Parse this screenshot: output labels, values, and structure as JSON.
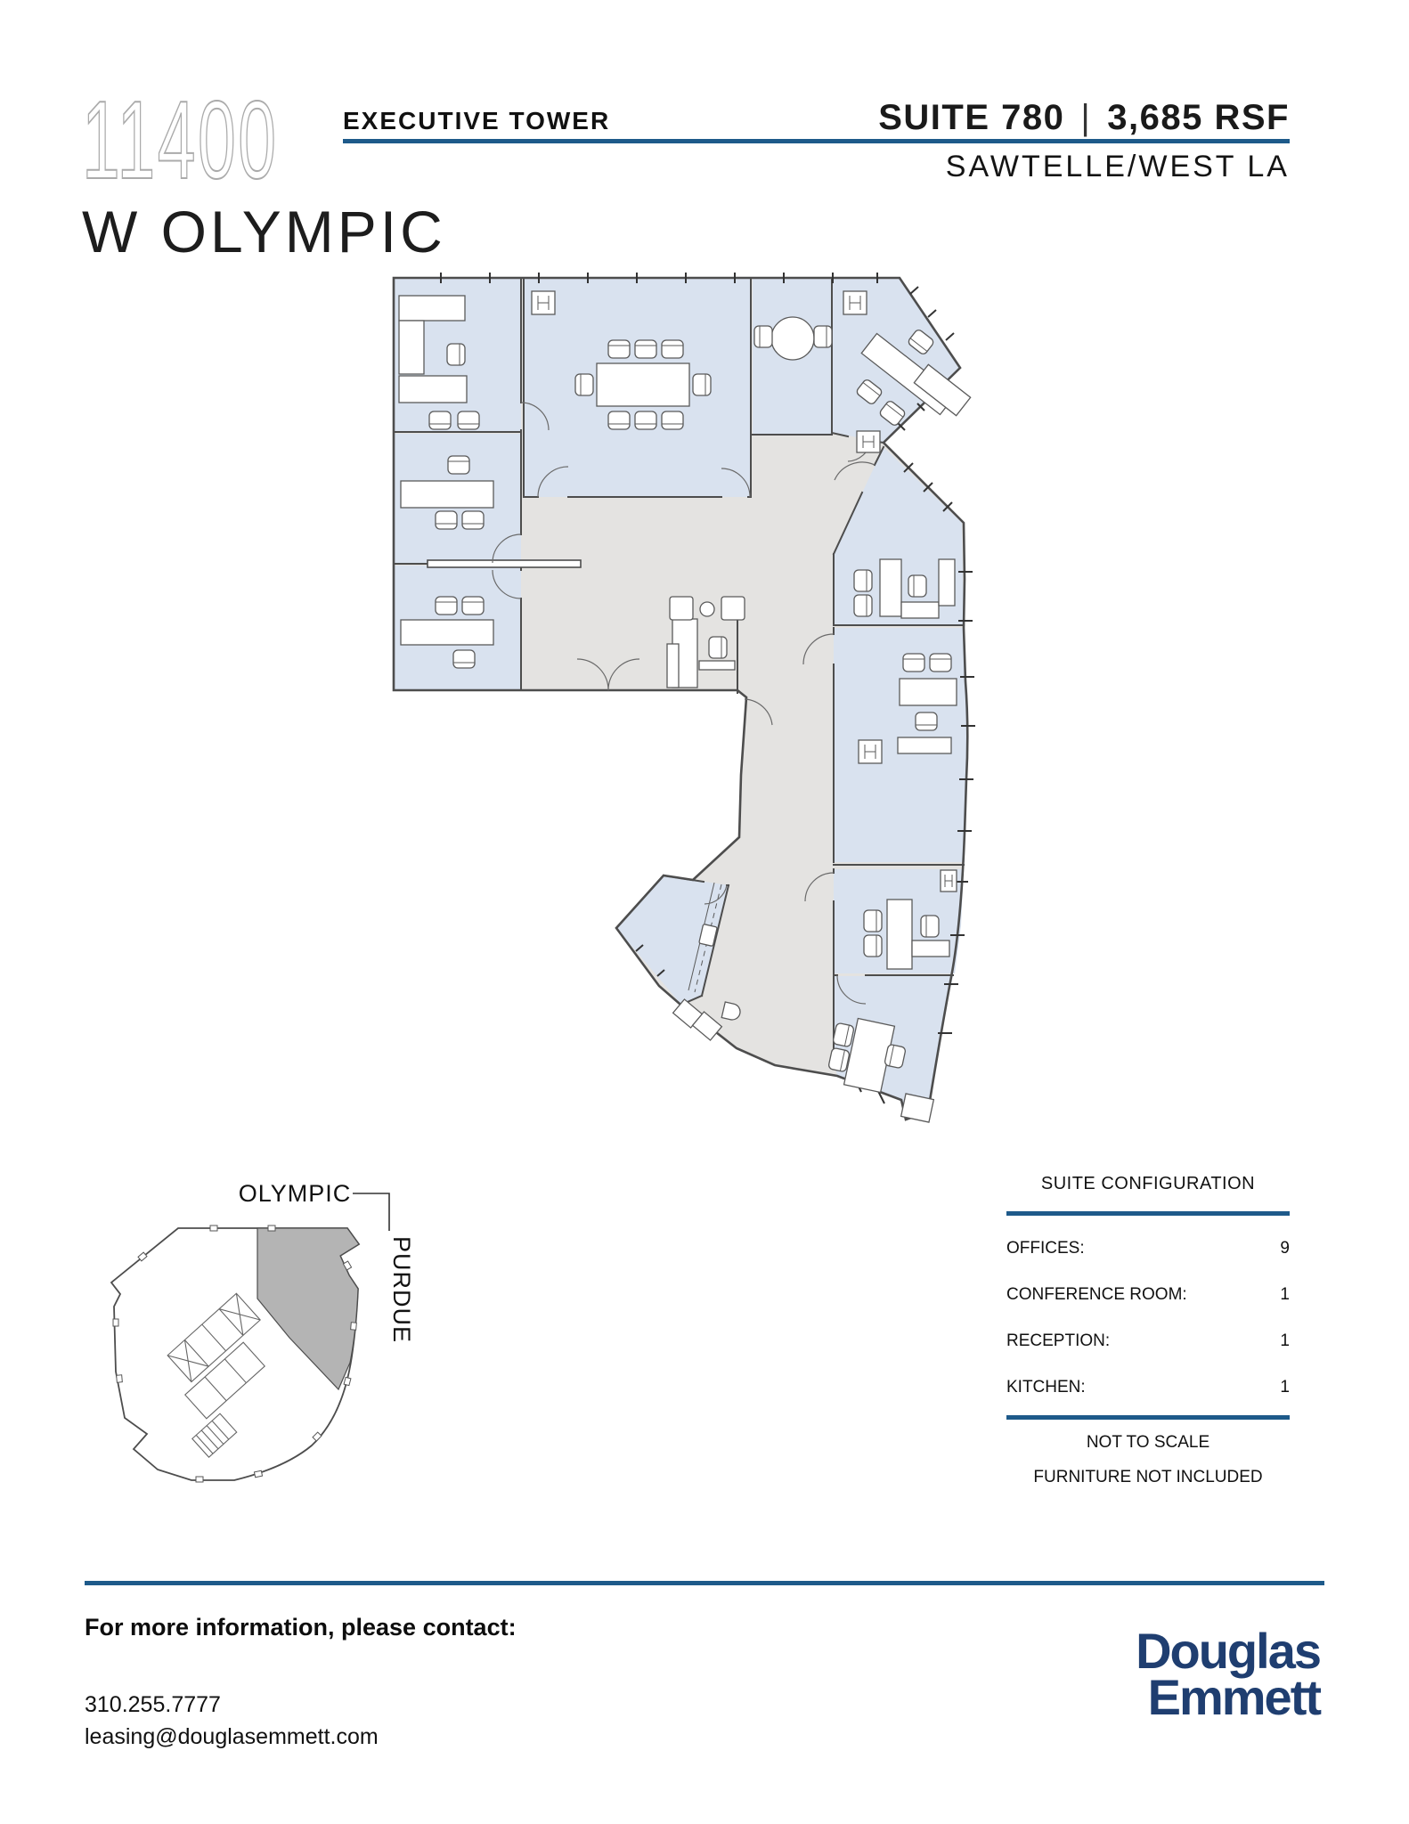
{
  "header": {
    "building_number": "11400",
    "street": "W OLYMPIC",
    "building_name": "EXECUTIVE TOWER",
    "suite": "SUITE 780",
    "separator": "|",
    "rsf": "3,685 RSF",
    "submarket": "SAWTELLE/WEST LA"
  },
  "keyplan": {
    "street_top": "OLYMPIC",
    "street_right": "PURDUE"
  },
  "config": {
    "title": "SUITE CONFIGURATION",
    "rows": [
      {
        "label": "OFFICES:",
        "value": "9"
      },
      {
        "label": "CONFERENCE ROOM:",
        "value": "1"
      },
      {
        "label": "RECEPTION:",
        "value": "1"
      },
      {
        "label": "KITCHEN:",
        "value": "1"
      }
    ],
    "not_to_scale": "NOT TO SCALE",
    "furniture_note": "FURNITURE NOT INCLUDED"
  },
  "footer": {
    "heading": "For more information, please contact:",
    "phone": "310.255.7777",
    "email": "leasing@douglasemmett.com"
  },
  "logo": {
    "line1": "Douglas",
    "line2": "Emmett"
  },
  "colors": {
    "accent_blue": "#1e5a8a",
    "logo_navy": "#1f3e70",
    "room_blue": "#d9e2ef",
    "common_gray": "#e4e3e1",
    "keyplan_shade": "#b4b4b4"
  }
}
